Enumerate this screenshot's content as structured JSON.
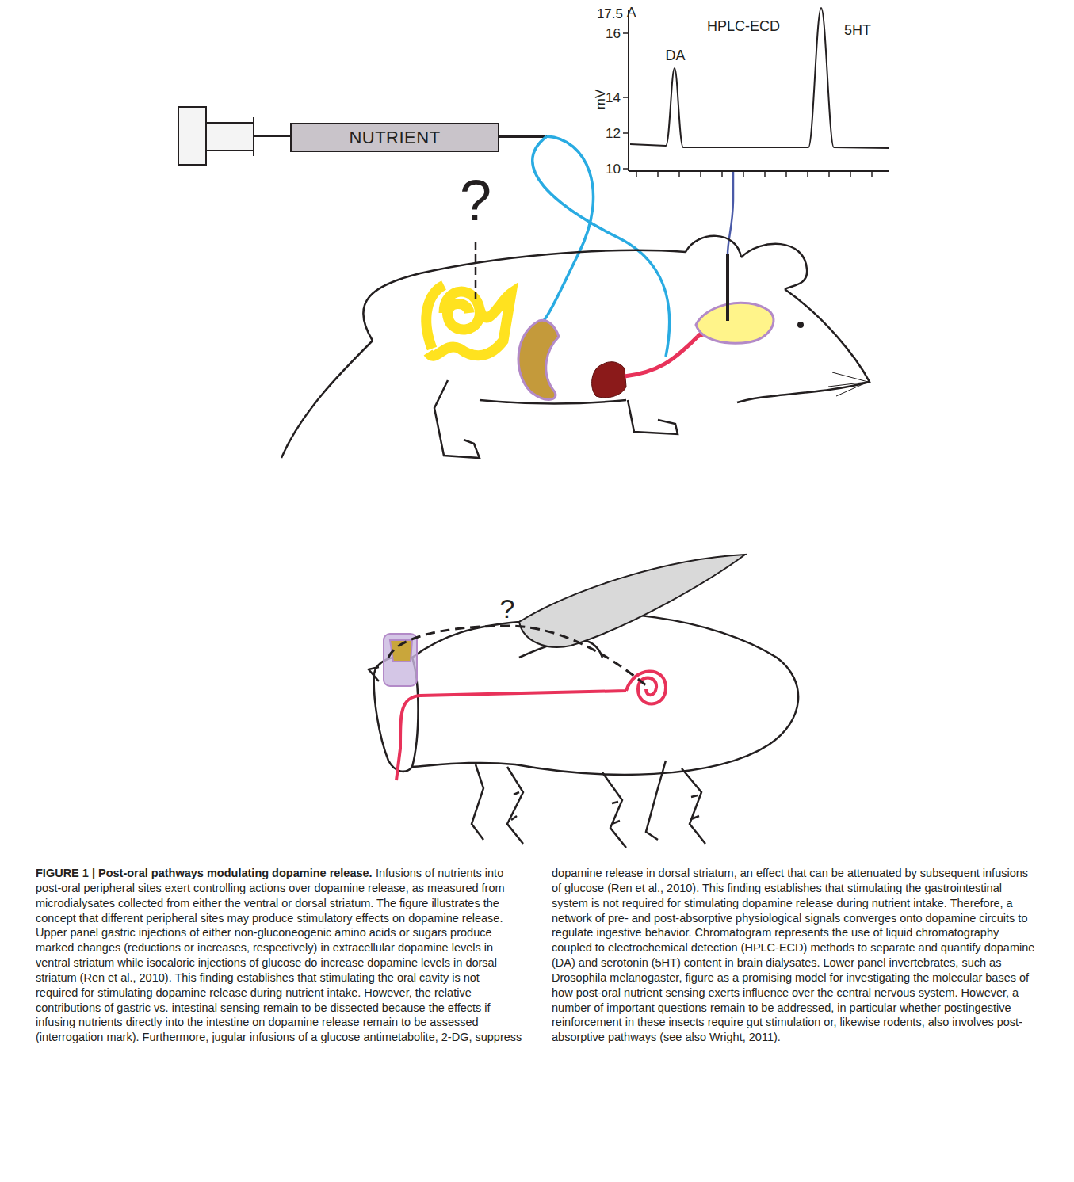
{
  "diagram": {
    "title": "FIGURE 1 | Post-oral pathways modulating dopamine release.",
    "caption": "Infusions of nutrients into post-oral peripheral sites exert controlling actions over dopamine release, as measured from microdialysates collected from either the ventral or dorsal striatum. The figure illustrates the concept that different peripheral sites may produce stimulatory effects on dopamine release. Upper panel gastric injections of either non-gluconeogenic amino acids or sugars produce marked changes (reductions or increases, respectively) in extracellular dopamine levels in ventral striatum while isocaloric injections of glucose do increase dopamine levels in dorsal striatum (Ren et al., 2010). This finding establishes that stimulating the oral cavity is not required for stimulating dopamine release during nutrient intake. However, the relative contributions of gastric vs. intestinal sensing remain to be dissected because the effects if infusing nutrients directly into the intestine on dopamine release remain to be assessed (interrogation mark). Furthermore, jugular infusions of a glucose antimetabolite, 2-DG, suppress dopamine release in dorsal striatum, an effect that can be attenuated by subsequent infusions of glucose (Ren et al., 2010). This finding establishes that stimulating the gastrointestinal system is not required for stimulating dopamine release during nutrient intake. Therefore, a network of pre- and post-absorptive physiological signals converges onto dopamine circuits to regulate ingestive behavior. Chromatogram represents the use of liquid chromatography coupled to electrochemical detection (HPLC-ECD) methods to separate and quantify dopamine (DA) and serotonin (5HT) content in brain dialysates. Lower panel invertebrates, such as Drosophila melanogaster, figure as a promising model for investigating the molecular bases of how post-oral nutrient sensing exerts influence over the central nervous system. However, a number of important questions remain to be addressed, in particular whether postingestive reinforcement in these insects require gut stimulation or, likewise rodents, also involves post-absorptive pathways (see also Wright, 2011).",
    "nodes": [
      {
        "text": [
          "NUTRIENT"
        ]
      }
    ],
    "labels": [
      "17.5",
      "A",
      "16",
      "14",
      "12",
      "10",
      "mV",
      "DA",
      "HPLC-ECD",
      "5HT",
      "?",
      "?"
    ]
  }
}
